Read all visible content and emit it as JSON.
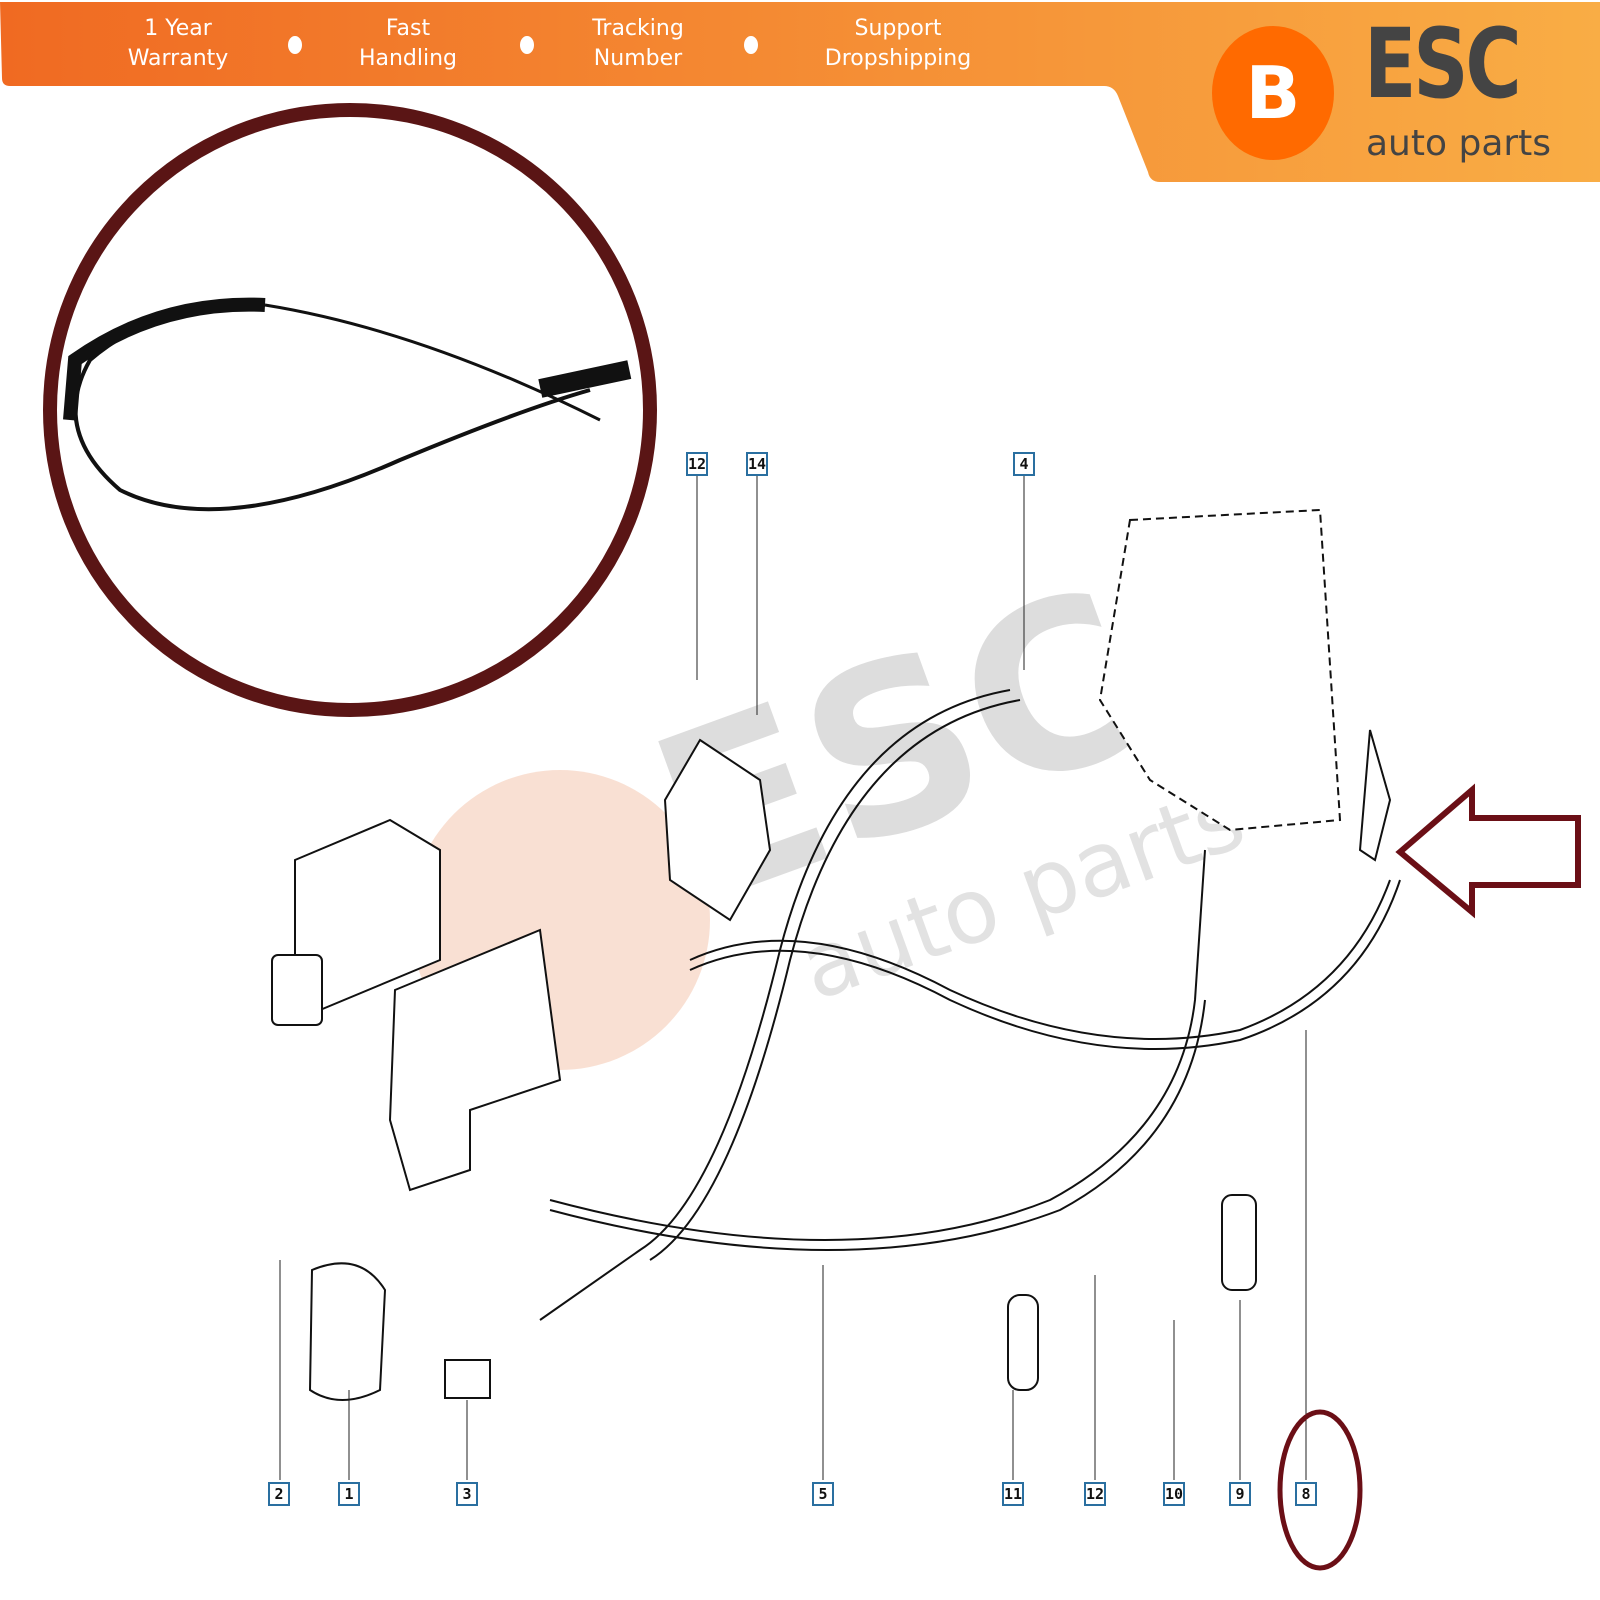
{
  "banner": {
    "features": [
      {
        "line1": "1 Year",
        "line2": "Warranty"
      },
      {
        "line1": "Fast",
        "line2": "Handling"
      },
      {
        "line1": "Tracking",
        "line2": "Number"
      },
      {
        "line1": "Support",
        "line2": "Dropshipping"
      }
    ]
  },
  "logo": {
    "badge": "B",
    "name": "ESC",
    "sub": "auto parts"
  },
  "watermark": {
    "name": "ESC",
    "sub": "auto parts"
  },
  "callouts": {
    "top": [
      "12",
      "14",
      "4"
    ],
    "bottom": [
      "2",
      "1",
      "3",
      "5",
      "11",
      "12",
      "10",
      "9",
      "8"
    ]
  },
  "colors": {
    "banner_start": "#f06a22",
    "banner_end": "#f9ad45",
    "highlight": "#6b0f16",
    "inset_ring": "#5a1515"
  }
}
